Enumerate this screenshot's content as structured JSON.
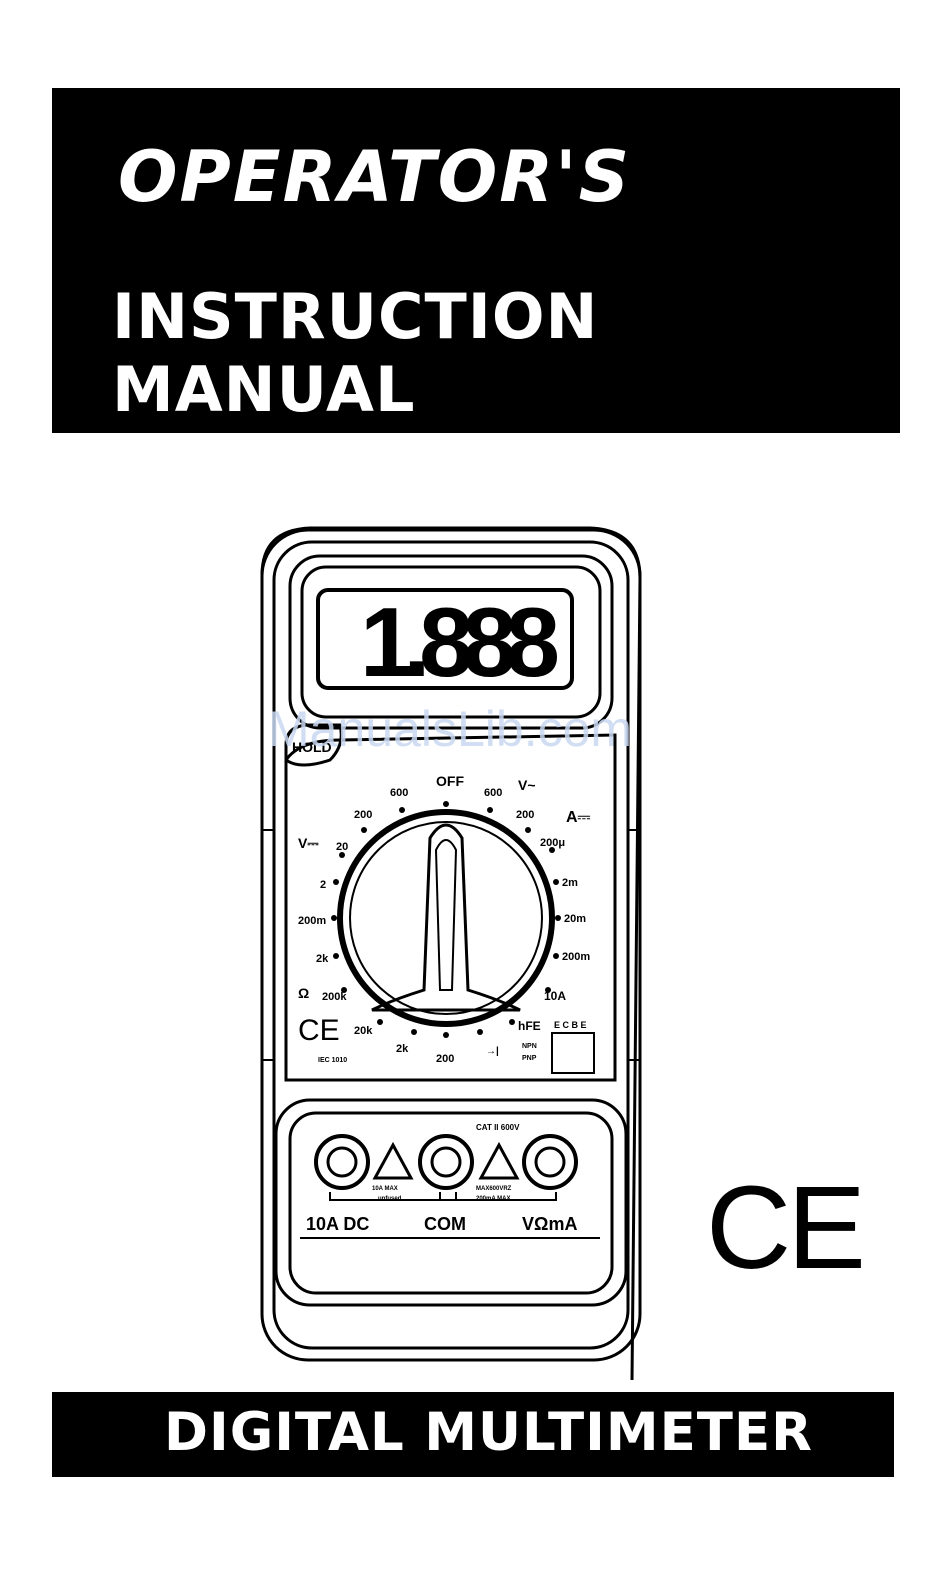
{
  "header": {
    "title_line1": "OPERATOR'S",
    "title_line2": "INSTRUCTION MANUAL"
  },
  "footer": {
    "product": "DIGITAL MULTIMETER"
  },
  "watermark": "ManualsLib.com",
  "ce_mark": "CE",
  "meter": {
    "display_value": "1.888",
    "hold_button": "HOLD",
    "dial": {
      "off_label": "OFF",
      "vac_label": "V~",
      "vdc_label": "V⎓",
      "adc_label": "A⎓",
      "ohm_label": "Ω",
      "ranges_top_left": [
        "200",
        "600"
      ],
      "ranges_top_right": [
        "600",
        "200"
      ],
      "vdc_ranges": [
        "20",
        "2",
        "200m",
        "2k"
      ],
      "ohm_ranges": [
        "200k",
        "20k",
        "2k",
        "200"
      ],
      "amp_ranges": [
        "200μ",
        "2m",
        "20m",
        "200m",
        "10A"
      ],
      "hfe_label": "hFE",
      "hfe_pins": "E C B E",
      "npn": "NPN",
      "pnp": "PNP",
      "diode": "→|",
      "iec": "IEC 1010"
    },
    "jacks": {
      "left": "10A DC",
      "center": "COM",
      "right": "VΩmA",
      "cat": "CAT II 600V",
      "left_max": "10A MAX",
      "right_max": "MAX600VRZ",
      "right_ma": "200mA MAX",
      "unfused": "unfused"
    }
  }
}
